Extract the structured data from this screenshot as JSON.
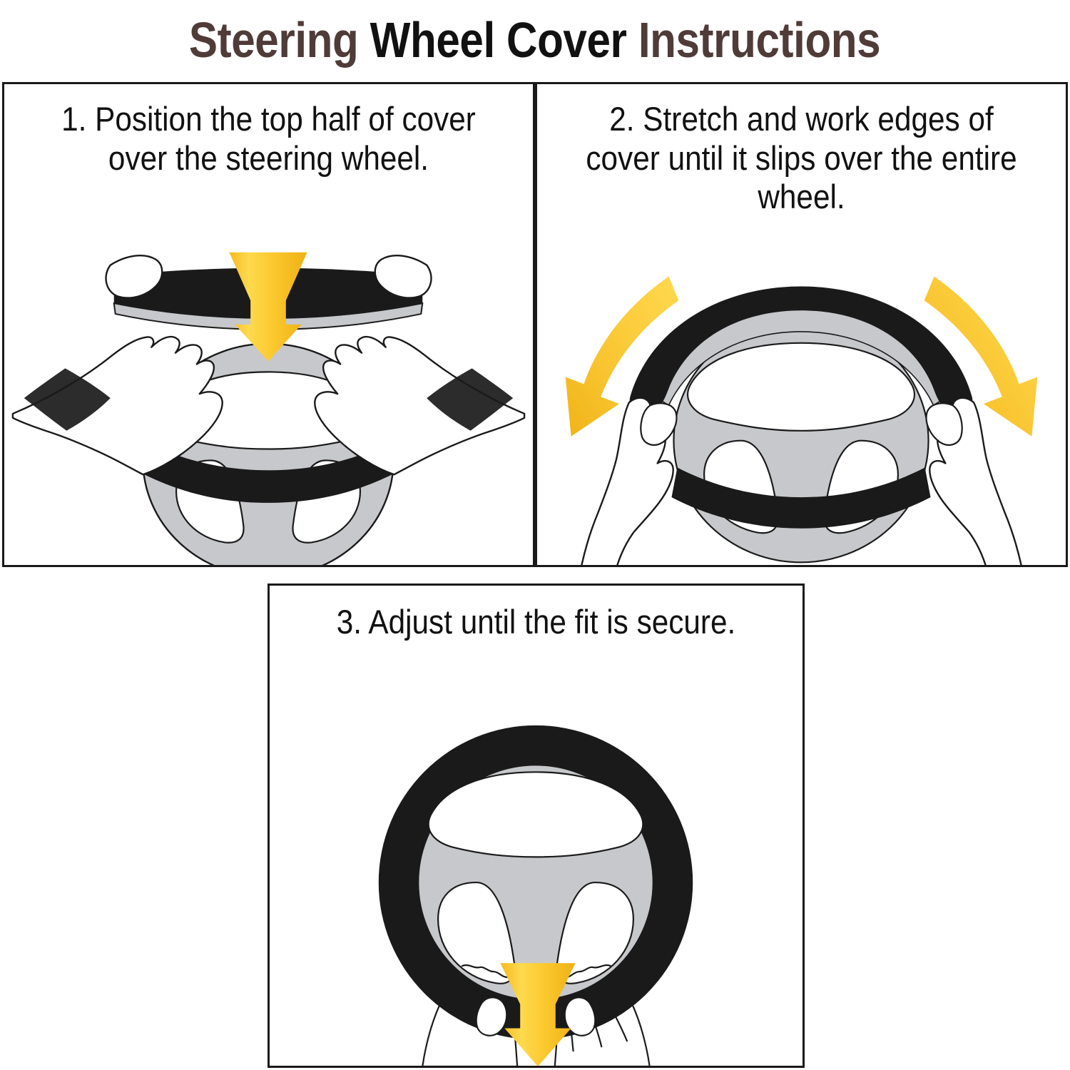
{
  "document": {
    "title": "Steering Wheel Cover Instructions",
    "title_parts": [
      {
        "text": "Steering ",
        "color": "#4f3b38"
      },
      {
        "text": "Wheel Cover ",
        "color": "#111111"
      },
      {
        "text": "Instructions",
        "color": "#4f3b38"
      }
    ],
    "background_color": "#ffffff"
  },
  "palette": {
    "title_brown": "#4f3b38",
    "title_black": "#111111",
    "cover_black": "#1a1a1a",
    "wheel_gray": "#c6c8cb",
    "wheel_gray_shadow": "#b4b7ba",
    "arrow_yellow_light": "#ffd84d",
    "arrow_yellow": "#f8c32c",
    "arrow_yellow_deep": "#f0b318",
    "outline": "#1a1a1a",
    "panel_border": "#1a1a1a",
    "hand_fill": "#ffffff"
  },
  "panels": [
    {
      "number": "1.",
      "caption": "1. Position the top half of cover over the steering wheel.",
      "illustration_name": "hands-placing-cover-on-wheel-top",
      "elements": [
        "left-hand",
        "right-hand",
        "cover-top-strip",
        "steering-wheel",
        "down-arrow"
      ],
      "arrow": {
        "type": "straight-down",
        "count": 1,
        "color": "#f8c32c"
      }
    },
    {
      "number": "2.",
      "caption": "2. Stretch and work edges of cover until it slips over the entire wheel.",
      "illustration_name": "hands-stretching-cover-edges",
      "elements": [
        "left-hand",
        "right-hand",
        "cover-upper-arc",
        "steering-wheel",
        "curved-arrow-left",
        "curved-arrow-right"
      ],
      "arrow": {
        "type": "curved-outward",
        "count": 2,
        "color": "#f8c32c"
      }
    },
    {
      "number": "3.",
      "caption": "3. Adjust until the fit is secure.",
      "illustration_name": "fully-covered-steering-wheel",
      "elements": [
        "covered-steering-wheel",
        "left-hand",
        "right-hand",
        "down-arrow"
      ],
      "arrow": {
        "type": "straight-down",
        "count": 1,
        "color": "#f8c32c"
      }
    }
  ]
}
